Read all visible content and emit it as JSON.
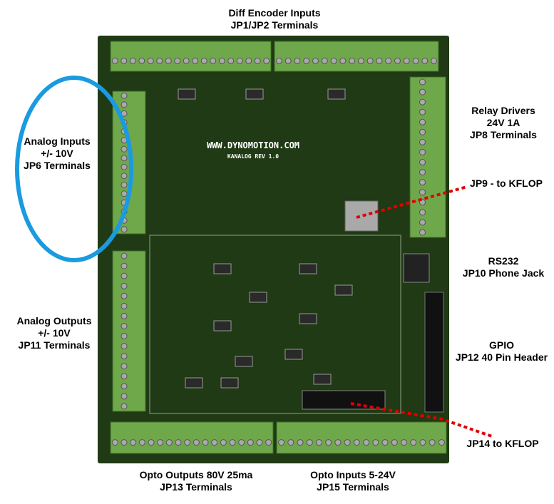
{
  "board": {
    "url_text": "WWW.DYNOMOTION.COM",
    "model_text": "KANALOG  REV  1.0",
    "colors": {
      "pcb": "#1f3a14",
      "terminal": "#6fa84a",
      "highlight": "#1a9be0",
      "pointer": "#e00000"
    }
  },
  "labels": {
    "diff_encoder": [
      "Diff Encoder Inputs",
      "JP1/JP2 Terminals"
    ],
    "analog_inputs": [
      "Analog Inputs",
      "+/- 10V",
      "JP6 Terminals"
    ],
    "relay_drivers": [
      "Relay Drivers",
      "24V 1A",
      "JP8 Terminals"
    ],
    "jp9": [
      "JP9 - to KFLOP"
    ],
    "rs232": [
      "RS232",
      "JP10 Phone Jack"
    ],
    "analog_outputs": [
      "Analog Outputs",
      "+/- 10V",
      "JP11 Terminals"
    ],
    "gpio": [
      "GPIO",
      "JP12 40 Pin Header"
    ],
    "jp14": [
      "JP14 to KFLOP"
    ],
    "opto_outputs": [
      "Opto Outputs 80V 25ma",
      "JP13 Terminals"
    ],
    "opto_inputs": [
      "Opto Inputs 5-24V",
      "JP15 Terminals"
    ]
  }
}
